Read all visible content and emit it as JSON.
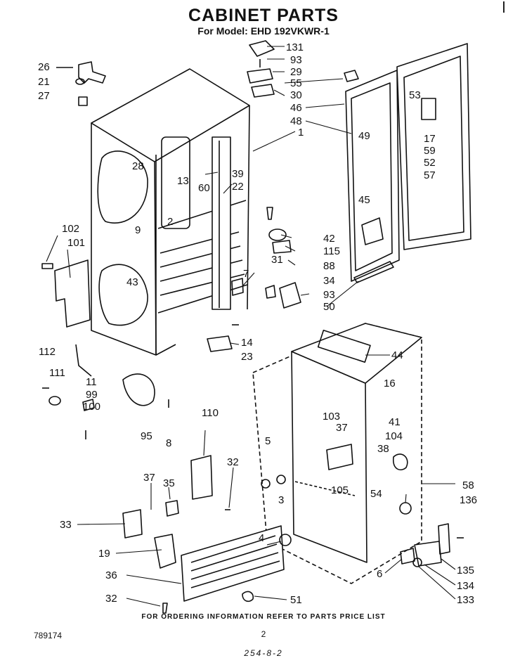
{
  "title": "CABINET PARTS",
  "subtitle": "For Model: EHD 192VKWR-1",
  "footer_note": "FOR ORDERING INFORMATION REFER TO PARTS PRICE LIST",
  "doc_number": "789174",
  "page_number": "2",
  "handwritten_note": "254-8-2",
  "callouts": [
    "26",
    "21",
    "27",
    "131",
    "93",
    "29",
    "55",
    "30",
    "46",
    "48",
    "1",
    "28",
    "13",
    "60",
    "39",
    "22",
    "53",
    "49",
    "17",
    "59",
    "52",
    "57",
    "45",
    "102",
    "101",
    "9",
    "2",
    "42",
    "115",
    "88",
    "31",
    "34",
    "93",
    "7",
    "50",
    "43",
    "14",
    "23",
    "44",
    "112",
    "111",
    "11",
    "99",
    "100",
    "95",
    "8",
    "110",
    "16",
    "41",
    "103",
    "37",
    "104",
    "5",
    "38",
    "105",
    "3",
    "32",
    "37",
    "35",
    "58",
    "136",
    "54",
    "33",
    "19",
    "4",
    "36",
    "6",
    "135",
    "134",
    "133",
    "32",
    "51"
  ]
}
